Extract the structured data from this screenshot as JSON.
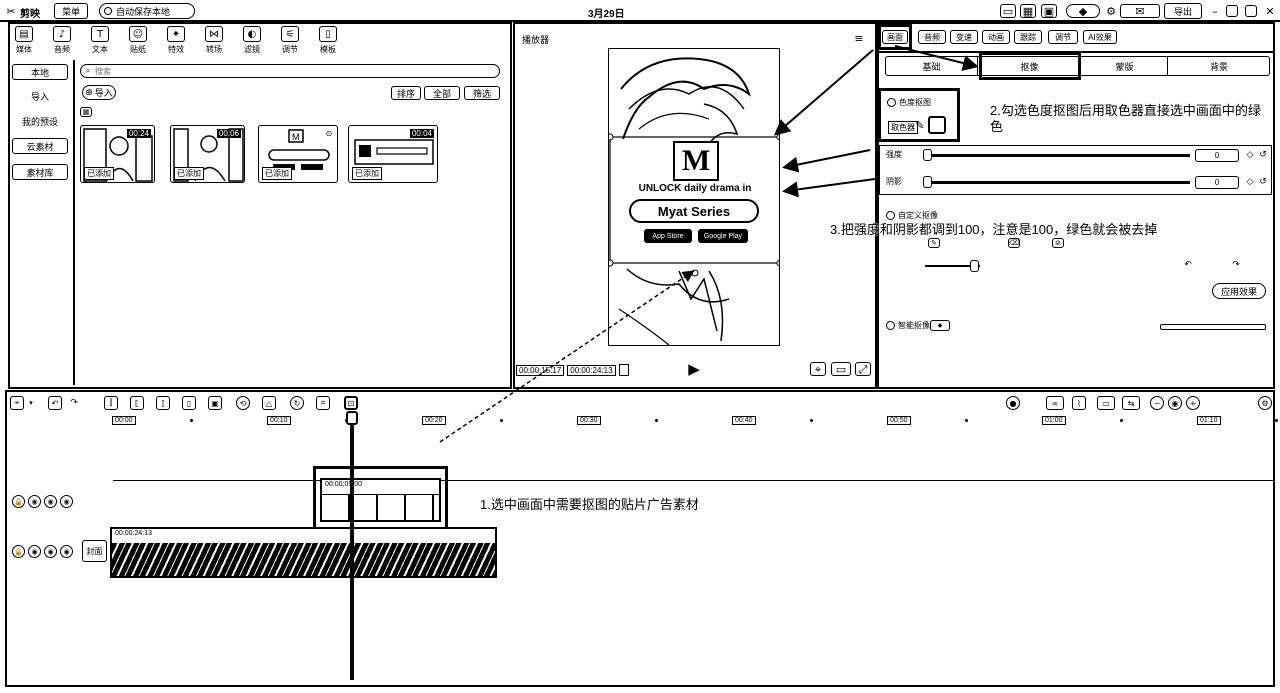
{
  "titlebar": {
    "app_name": "剪映",
    "menu_label": "菜单",
    "save_status": "自动保存本地",
    "draft_name": "3月29日",
    "export_label": "导出",
    "icons": [
      "app-logo-icon",
      "cloud-save-icon",
      "layout-icon",
      "grid-icon",
      "window-icon",
      "vip-badge-icon",
      "settings-icon",
      "feedback-icon",
      "minimize-icon",
      "restore-icon",
      "maximize-icon",
      "close-icon"
    ]
  },
  "media_panel": {
    "tabs": [
      {
        "label": "媒体",
        "icon": "media-icon"
      },
      {
        "label": "音频",
        "icon": "audio-icon"
      },
      {
        "label": "文本",
        "icon": "text-icon"
      },
      {
        "label": "贴纸",
        "icon": "sticker-icon"
      },
      {
        "label": "特效",
        "icon": "effects-icon"
      },
      {
        "label": "转场",
        "icon": "transition-icon"
      },
      {
        "label": "滤镜",
        "icon": "filter-icon"
      },
      {
        "label": "调节",
        "icon": "adjust-icon"
      },
      {
        "label": "模板",
        "icon": "template-icon"
      }
    ],
    "sidebar": [
      "本地",
      "导入",
      "我的预设",
      "云素材",
      "素材库"
    ],
    "search_placeholder": "搜索",
    "import_label": "导入",
    "toolbar_buttons": [
      "排序",
      "全部",
      "筛选"
    ],
    "items": [
      {
        "duration": "00:24",
        "tag": "已添加"
      },
      {
        "duration": "00:06",
        "tag": "已添加"
      },
      {
        "duration": "",
        "tag": "已添加"
      },
      {
        "duration": "00:04",
        "tag": "已添加"
      }
    ]
  },
  "player": {
    "title": "播放器",
    "current_time": "00:00:15:17",
    "total_time": "00:00:24:13",
    "preview": {
      "logo_letter": "M",
      "headline": "UNLOCK daily drama in",
      "brand": "Myat Series",
      "store_buttons": [
        "App Store",
        "Google Play"
      ]
    }
  },
  "inspector": {
    "tabs": [
      "画面",
      "音频",
      "变速",
      "动画",
      "跟踪",
      "调节",
      "AI效果"
    ],
    "subtabs": [
      "基础",
      "抠像",
      "蒙版",
      "背景"
    ],
    "chroma_key_label": "色度抠图",
    "picker_label": "取色器",
    "strength_label": "强度",
    "strength_value": "0",
    "shadow_label": "阴影",
    "shadow_value": "0",
    "custom_key_label": "自定义抠像",
    "apply_label": "应用效果",
    "smart_key_label": "智能抠像"
  },
  "annotations": {
    "step1": "1.选中画面中需要抠图的贴片广告素材",
    "step2": "2.勾选色度抠图后用取色器直接选中画面中的绿色",
    "step3": "3.把强度和阴影都调到100，注意是100，绿色就会被去掉"
  },
  "timeline": {
    "ruler": [
      "00:00",
      "00:10",
      "00:20",
      "00:30",
      "00:40",
      "00:50",
      "01:00",
      "01:10"
    ],
    "overlay_clip": {
      "duration": "00:00:05:00"
    },
    "main_clip": {
      "duration": "00:00:24:13"
    },
    "cover_label": "封面"
  },
  "colors": {
    "ink": "#000000",
    "paper": "#ffffff"
  }
}
